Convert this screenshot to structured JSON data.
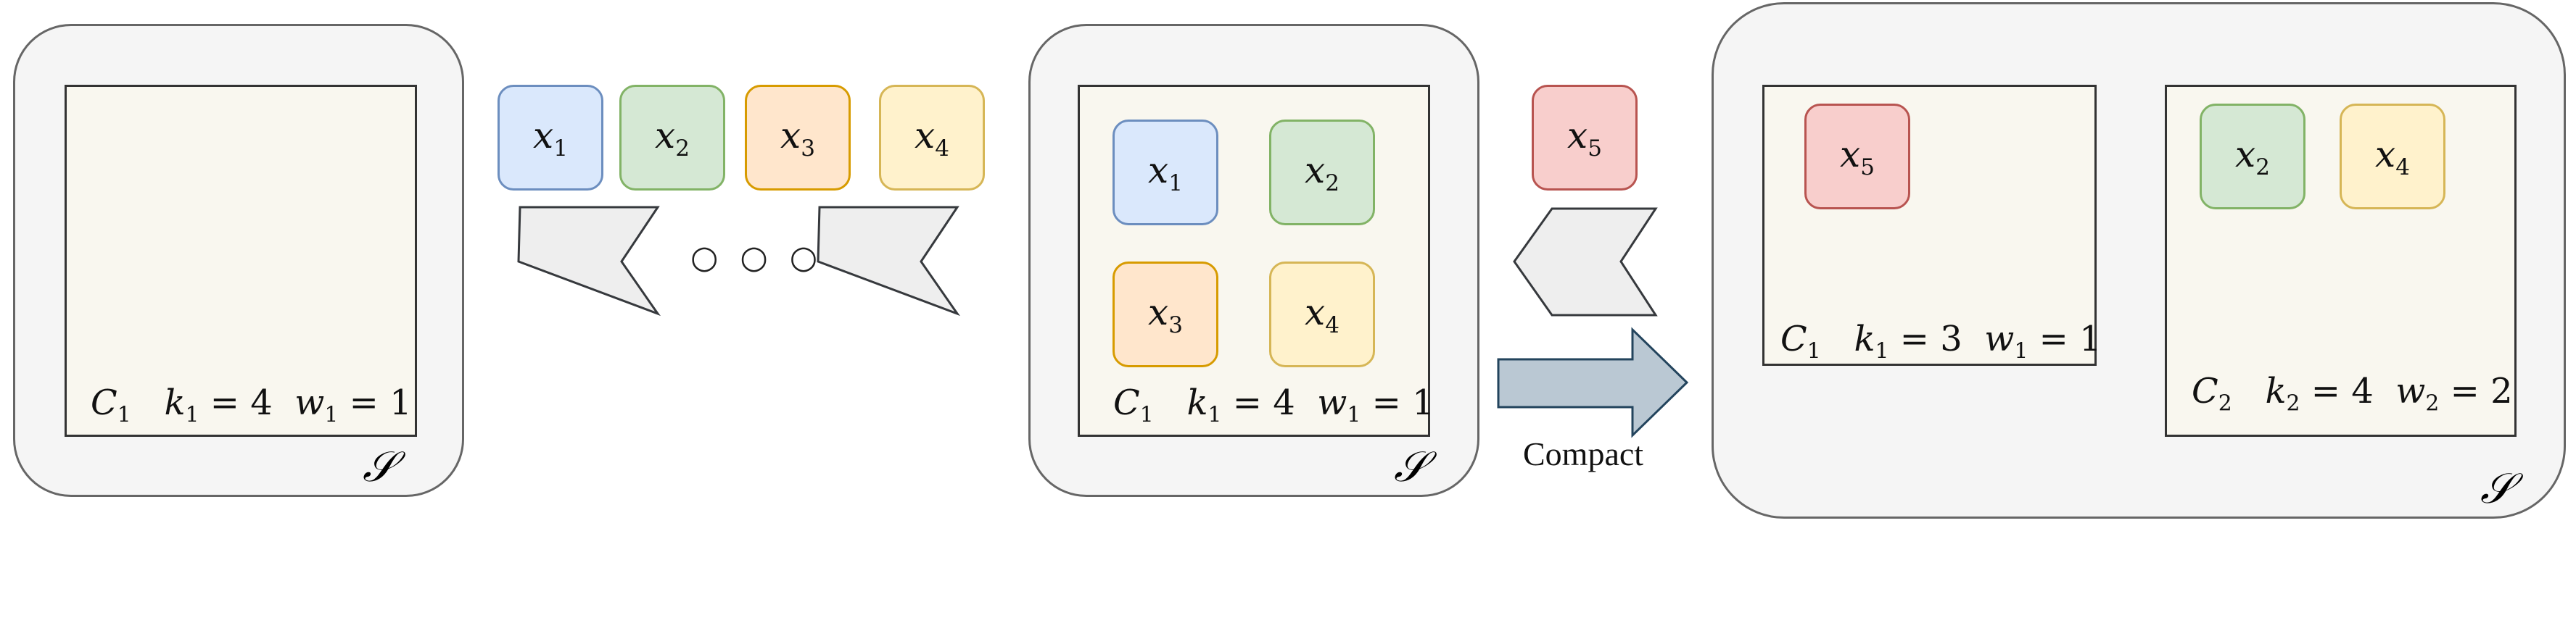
{
  "colors": {
    "blue_fill": "#dae8fc",
    "blue_stroke": "#6c8ebf",
    "green_fill": "#d5e8d4",
    "green_stroke": "#82b366",
    "orange_fill": "#ffe6cc",
    "orange_stroke": "#d79b00",
    "yellow_fill": "#fff2cc",
    "yellow_stroke": "#d6b656",
    "red_fill": "#f8cecc",
    "red_stroke": "#b85450",
    "arrow_gray": "#eeeeee",
    "compact_arrow": "#bac8d3"
  },
  "symbols": {
    "x": "x",
    "n1": "1",
    "n2": "2",
    "n3": "3",
    "n4": "4",
    "n5": "5",
    "C": "C",
    "k": "k",
    "w": "w",
    "eq": "=",
    "S": "𝒮",
    "dots": "○ ○ ○"
  },
  "labels": {
    "compact": "Compact"
  },
  "panel1": {
    "cluster": {
      "c": "1",
      "k": "4",
      "w": "1"
    }
  },
  "panel2": {
    "cluster": {
      "c": "1",
      "k": "4",
      "w": "1"
    }
  },
  "panel3": {
    "cluster1": {
      "c": "1",
      "k": "3",
      "w": "1"
    },
    "cluster2": {
      "c": "2",
      "k": "4",
      "w": "2"
    }
  }
}
